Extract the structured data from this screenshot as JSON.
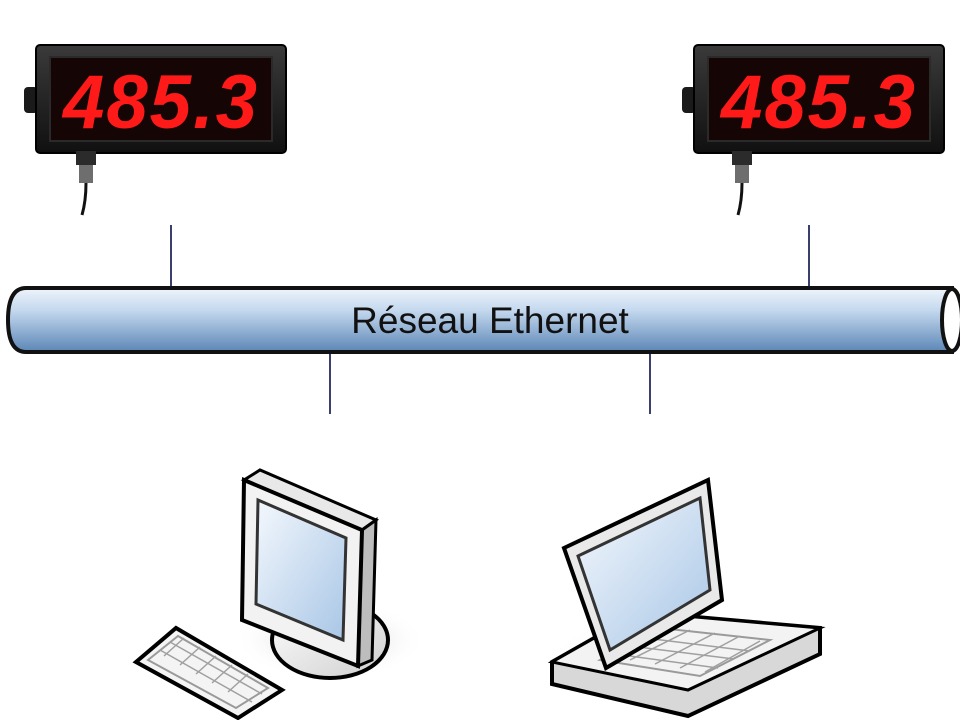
{
  "network": {
    "label": "Réseau Ethernet",
    "colors": {
      "pipe_light": "#d9e7f5",
      "pipe_dark": "#5b86b6",
      "outline": "#111111",
      "link_line": "#3b3f6e"
    }
  },
  "displays": [
    {
      "id": "left",
      "reading": "485.3",
      "digit_color": "#ff1a1a"
    },
    {
      "id": "right",
      "reading": "485.3",
      "digit_color": "#ff1a1a"
    }
  ],
  "devices": [
    {
      "id": "desktop",
      "icon": "desktop-computer-icon"
    },
    {
      "id": "laptop",
      "icon": "laptop-computer-icon"
    }
  ]
}
